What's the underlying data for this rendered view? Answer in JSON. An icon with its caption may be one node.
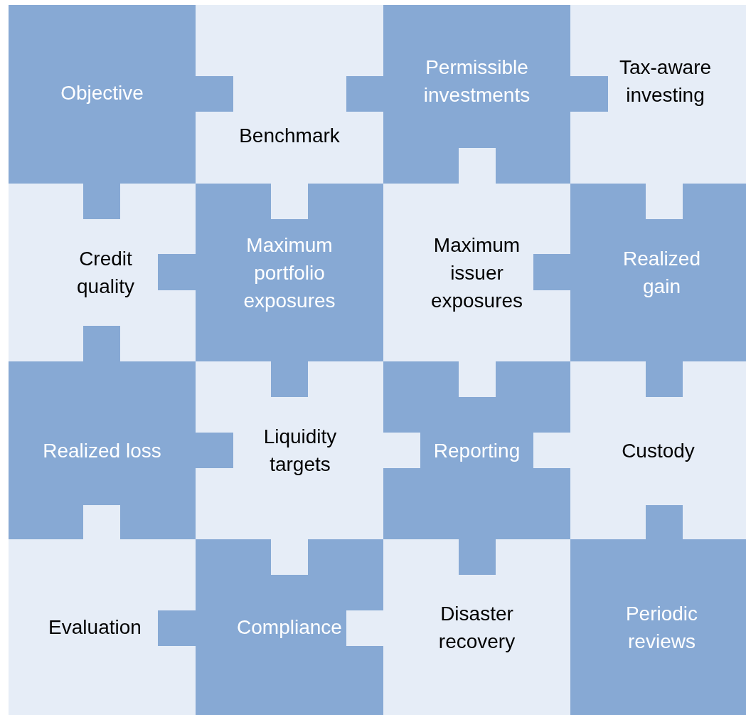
{
  "diagram": {
    "nodes": [
      {
        "text": [
          "Objective"
        ]
      },
      {
        "text": [
          "Benchmark"
        ]
      },
      {
        "text": [
          "Permissible investments"
        ]
      },
      {
        "text": [
          "Tax-aware investing"
        ]
      },
      {
        "text": [
          "Credit quality"
        ]
      },
      {
        "text": [
          "Maximum portfolio exposures"
        ]
      },
      {
        "text": [
          "Maximum issuer exposures"
        ]
      },
      {
        "text": [
          "Realized gain"
        ]
      },
      {
        "text": [
          "Realized loss"
        ]
      },
      {
        "text": [
          "Liquidity targets"
        ]
      },
      {
        "text": [
          "Reporting"
        ]
      },
      {
        "text": [
          "Custody"
        ]
      },
      {
        "text": [
          "Evaluation"
        ]
      },
      {
        "text": [
          "Compliance"
        ]
      },
      {
        "text": [
          "Disaster recovery"
        ]
      },
      {
        "text": [
          "Periodic reviews"
        ]
      }
    ]
  }
}
